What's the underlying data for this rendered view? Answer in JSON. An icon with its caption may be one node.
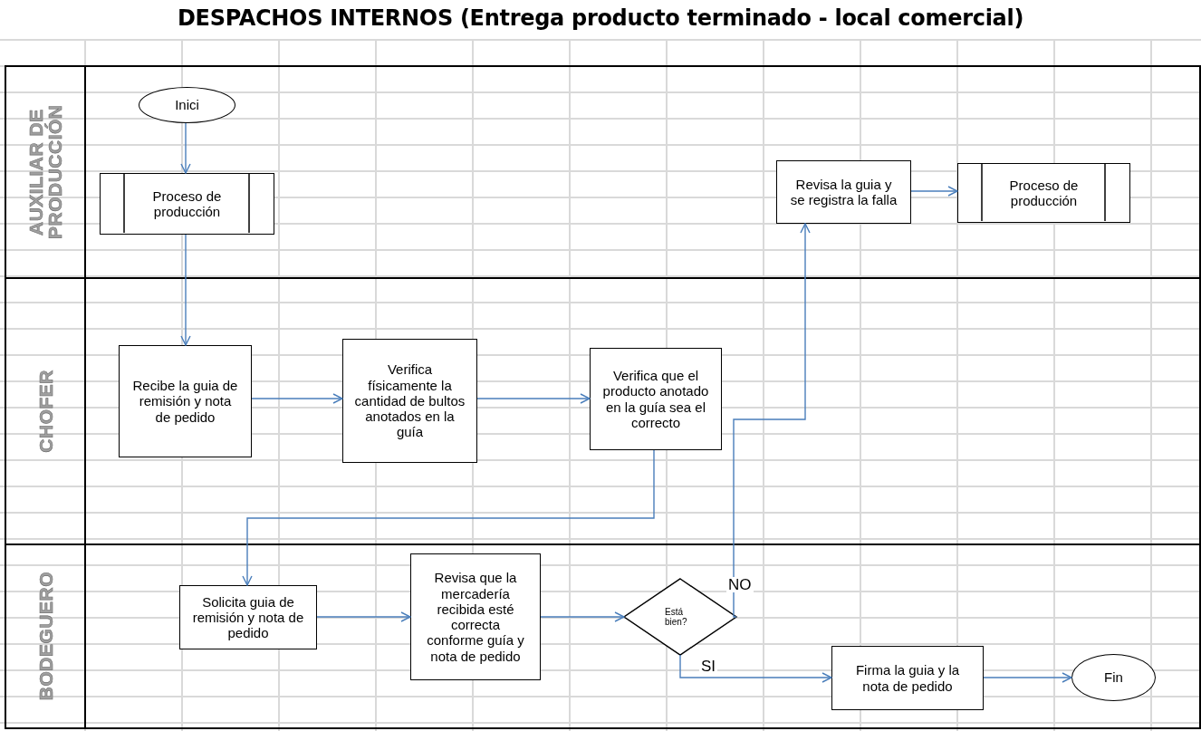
{
  "diagram": {
    "title": "DESPACHOS INTERNOS (Entrega producto terminado - local comercial)",
    "nodes": [
      {
        "text": [
          "AUXILIAR DE PRODUCCIÓN"
        ]
      },
      {
        "text": [
          "CHOFER"
        ]
      },
      {
        "text": [
          "BODEGUERO"
        ]
      },
      {
        "text": [
          "Inici"
        ],
        "in": 0
      },
      {
        "text": [
          "Proceso de producción"
        ],
        "in": 0
      },
      {
        "text": [
          "Revisa la guia y se registra la falla"
        ],
        "in": 0
      },
      {
        "text": [
          "Proceso de producción"
        ],
        "in": 0
      },
      {
        "text": [
          "Recibe la guia de remisión y nota de pedido"
        ],
        "in": 1
      },
      {
        "text": [
          "Verifica físicamente la cantidad de bultos anotados en la guía"
        ],
        "in": 1
      },
      {
        "text": [
          "Verifica que el producto anotado en la guía sea el correcto"
        ],
        "in": 1
      },
      {
        "text": [
          "Solicita guia de remisión y nota de pedido"
        ],
        "in": 2
      },
      {
        "text": [
          "Revisa que la mercadería recibida esté correcta conforme guía y nota de pedido"
        ],
        "in": 2
      },
      {
        "text": [
          "Está bien?"
        ],
        "in": 2
      },
      {
        "text": [
          "Firma la guia y la nota de pedido"
        ],
        "in": 2
      },
      {
        "text": [
          "Fin"
        ],
        "in": 2
      }
    ],
    "edges": [
      {
        "from": 3,
        "to": 4,
        "arrow": "to"
      },
      {
        "from": 4,
        "to": 7,
        "arrow": "to"
      },
      {
        "from": 7,
        "to": 8,
        "arrow": "to"
      },
      {
        "from": 8,
        "to": 9,
        "arrow": "to"
      },
      {
        "from": 9,
        "to": 10,
        "arrow": "to"
      },
      {
        "from": 10,
        "to": 11,
        "arrow": "to"
      },
      {
        "from": 11,
        "to": 12,
        "arrow": "to"
      },
      {
        "from": 12,
        "to": 5,
        "arrow": "to",
        "label": "NO"
      },
      {
        "from": 12,
        "to": 13,
        "arrow": "to",
        "label": "SI"
      },
      {
        "from": 5,
        "to": 6,
        "arrow": "to"
      },
      {
        "from": 13,
        "to": 14,
        "arrow": "to"
      }
    ]
  }
}
